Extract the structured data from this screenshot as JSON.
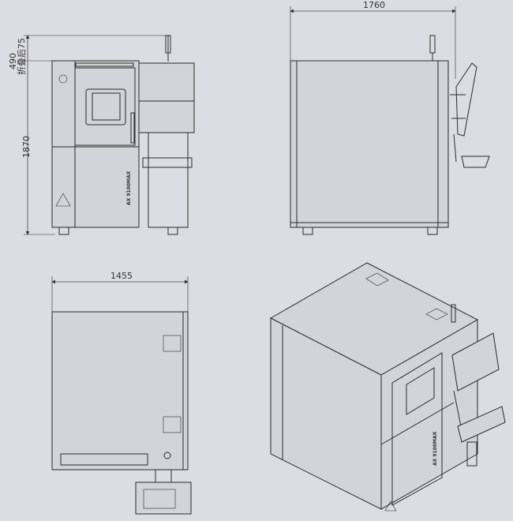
{
  "dimensions": {
    "height_total": "1870",
    "height_folded": "490",
    "folded_note": "折叠后75",
    "depth": "1760",
    "width": "1455"
  },
  "machine_label": "AX 9100MAX"
}
